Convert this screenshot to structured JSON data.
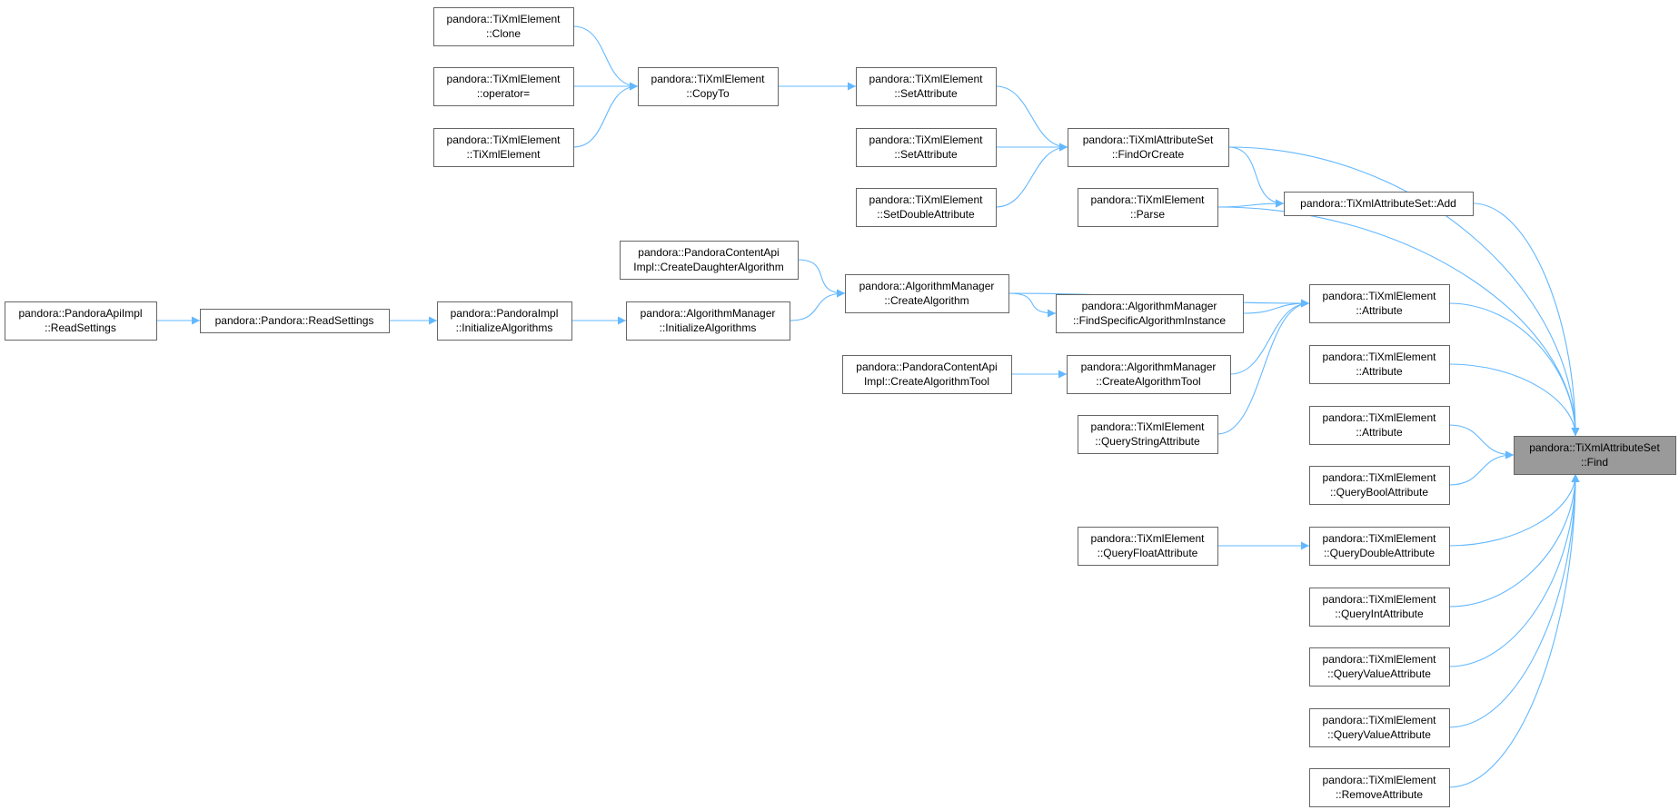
{
  "colors": {
    "edge": "#63b8ff",
    "node_border": "#666666",
    "root_fill": "#9a9a9a",
    "node_fill": "#ffffff"
  },
  "root": "find",
  "nodes": [
    {
      "id": "clone",
      "lines": [
        "pandora::TiXmlElement",
        "::Clone"
      ]
    },
    {
      "id": "operator_eq",
      "lines": [
        "pandora::TiXmlElement",
        "::operator="
      ]
    },
    {
      "id": "tixmlelement_ctor",
      "lines": [
        "pandora::TiXmlElement",
        "::TiXmlElement"
      ]
    },
    {
      "id": "copyto",
      "lines": [
        "pandora::TiXmlElement",
        "::CopyTo"
      ]
    },
    {
      "id": "setattribute_1",
      "lines": [
        "pandora::TiXmlElement",
        "::SetAttribute"
      ]
    },
    {
      "id": "setattribute_2",
      "lines": [
        "pandora::TiXmlElement",
        "::SetAttribute"
      ]
    },
    {
      "id": "setdoubleattribute",
      "lines": [
        "pandora::TiXmlElement",
        "::SetDoubleAttribute"
      ]
    },
    {
      "id": "findorcreate",
      "lines": [
        "pandora::TiXmlAttributeSet",
        "::FindOrCreate"
      ]
    },
    {
      "id": "parse",
      "lines": [
        "pandora::TiXmlElement",
        "::Parse"
      ]
    },
    {
      "id": "add",
      "lines": [
        "pandora::TiXmlAttributeSet::Add"
      ]
    },
    {
      "id": "createdaughteralgorithm",
      "lines": [
        "pandora::PandoraContentApi",
        "Impl::CreateDaughterAlgorithm"
      ]
    },
    {
      "id": "createalgorithm",
      "lines": [
        "pandora::AlgorithmManager",
        "::CreateAlgorithm"
      ]
    },
    {
      "id": "findspecificalgorithminstance",
      "lines": [
        "pandora::AlgorithmManager",
        "::FindSpecificAlgorithmInstance"
      ]
    },
    {
      "id": "pandoraapiimpl_readsettings",
      "lines": [
        "pandora::PandoraApiImpl",
        "::ReadSettings"
      ]
    },
    {
      "id": "pandora_readsettings",
      "lines": [
        "pandora::Pandora::ReadSettings"
      ]
    },
    {
      "id": "pandoraimpl_initializealgorithms",
      "lines": [
        "pandora::PandoraImpl",
        "::InitializeAlgorithms"
      ]
    },
    {
      "id": "algorithmmanager_initializealgorithms",
      "lines": [
        "pandora::AlgorithmManager",
        "::InitializeAlgorithms"
      ]
    },
    {
      "id": "createalgorithmtool_api",
      "lines": [
        "pandora::PandoraContentApi",
        "Impl::CreateAlgorithmTool"
      ]
    },
    {
      "id": "createalgorithmtool_mgr",
      "lines": [
        "pandora::AlgorithmManager",
        "::CreateAlgorithmTool"
      ]
    },
    {
      "id": "querystringattribute",
      "lines": [
        "pandora::TiXmlElement",
        "::QueryStringAttribute"
      ]
    },
    {
      "id": "attribute_1",
      "lines": [
        "pandora::TiXmlElement",
        "::Attribute"
      ]
    },
    {
      "id": "attribute_2",
      "lines": [
        "pandora::TiXmlElement",
        "::Attribute"
      ]
    },
    {
      "id": "attribute_3",
      "lines": [
        "pandora::TiXmlElement",
        "::Attribute"
      ]
    },
    {
      "id": "queryboolattribute",
      "lines": [
        "pandora::TiXmlElement",
        "::QueryBoolAttribute"
      ]
    },
    {
      "id": "queryfloatattribute",
      "lines": [
        "pandora::TiXmlElement",
        "::QueryFloatAttribute"
      ]
    },
    {
      "id": "querydoubleattribute",
      "lines": [
        "pandora::TiXmlElement",
        "::QueryDoubleAttribute"
      ]
    },
    {
      "id": "queryintattribute",
      "lines": [
        "pandora::TiXmlElement",
        "::QueryIntAttribute"
      ]
    },
    {
      "id": "queryvalueattribute_1",
      "lines": [
        "pandora::TiXmlElement",
        "::QueryValueAttribute"
      ]
    },
    {
      "id": "queryvalueattribute_2",
      "lines": [
        "pandora::TiXmlElement",
        "::QueryValueAttribute"
      ]
    },
    {
      "id": "removeattribute",
      "lines": [
        "pandora::TiXmlElement",
        "::RemoveAttribute"
      ]
    },
    {
      "id": "find",
      "lines": [
        "pandora::TiXmlAttributeSet",
        "::Find"
      ]
    }
  ],
  "edges": [
    [
      "clone",
      "copyto"
    ],
    [
      "operator_eq",
      "copyto"
    ],
    [
      "tixmlelement_ctor",
      "copyto"
    ],
    [
      "copyto",
      "setattribute_1"
    ],
    [
      "setattribute_1",
      "findorcreate"
    ],
    [
      "setattribute_2",
      "findorcreate"
    ],
    [
      "setdoubleattribute",
      "findorcreate"
    ],
    [
      "findorcreate",
      "find"
    ],
    [
      "findorcreate",
      "add"
    ],
    [
      "parse",
      "add"
    ],
    [
      "add",
      "find"
    ],
    [
      "parse",
      "find"
    ],
    [
      "createdaughteralgorithm",
      "createalgorithm"
    ],
    [
      "pandoraapiimpl_readsettings",
      "pandora_readsettings"
    ],
    [
      "pandora_readsettings",
      "pandoraimpl_initializealgorithms"
    ],
    [
      "pandoraimpl_initializealgorithms",
      "algorithmmanager_initializealgorithms"
    ],
    [
      "algorithmmanager_initializealgorithms",
      "createalgorithm"
    ],
    [
      "createalgorithm",
      "findspecificalgorithminstance"
    ],
    [
      "createalgorithm",
      "attribute_1"
    ],
    [
      "findspecificalgorithminstance",
      "attribute_1"
    ],
    [
      "createalgorithmtool_api",
      "createalgorithmtool_mgr"
    ],
    [
      "createalgorithmtool_mgr",
      "attribute_1"
    ],
    [
      "querystringattribute",
      "attribute_1"
    ],
    [
      "attribute_1",
      "find"
    ],
    [
      "attribute_2",
      "find"
    ],
    [
      "attribute_3",
      "find"
    ],
    [
      "queryboolattribute",
      "find"
    ],
    [
      "queryfloatattribute",
      "querydoubleattribute"
    ],
    [
      "querydoubleattribute",
      "find"
    ],
    [
      "queryintattribute",
      "find"
    ],
    [
      "queryvalueattribute_1",
      "find"
    ],
    [
      "queryvalueattribute_2",
      "find"
    ],
    [
      "removeattribute",
      "find"
    ]
  ]
}
